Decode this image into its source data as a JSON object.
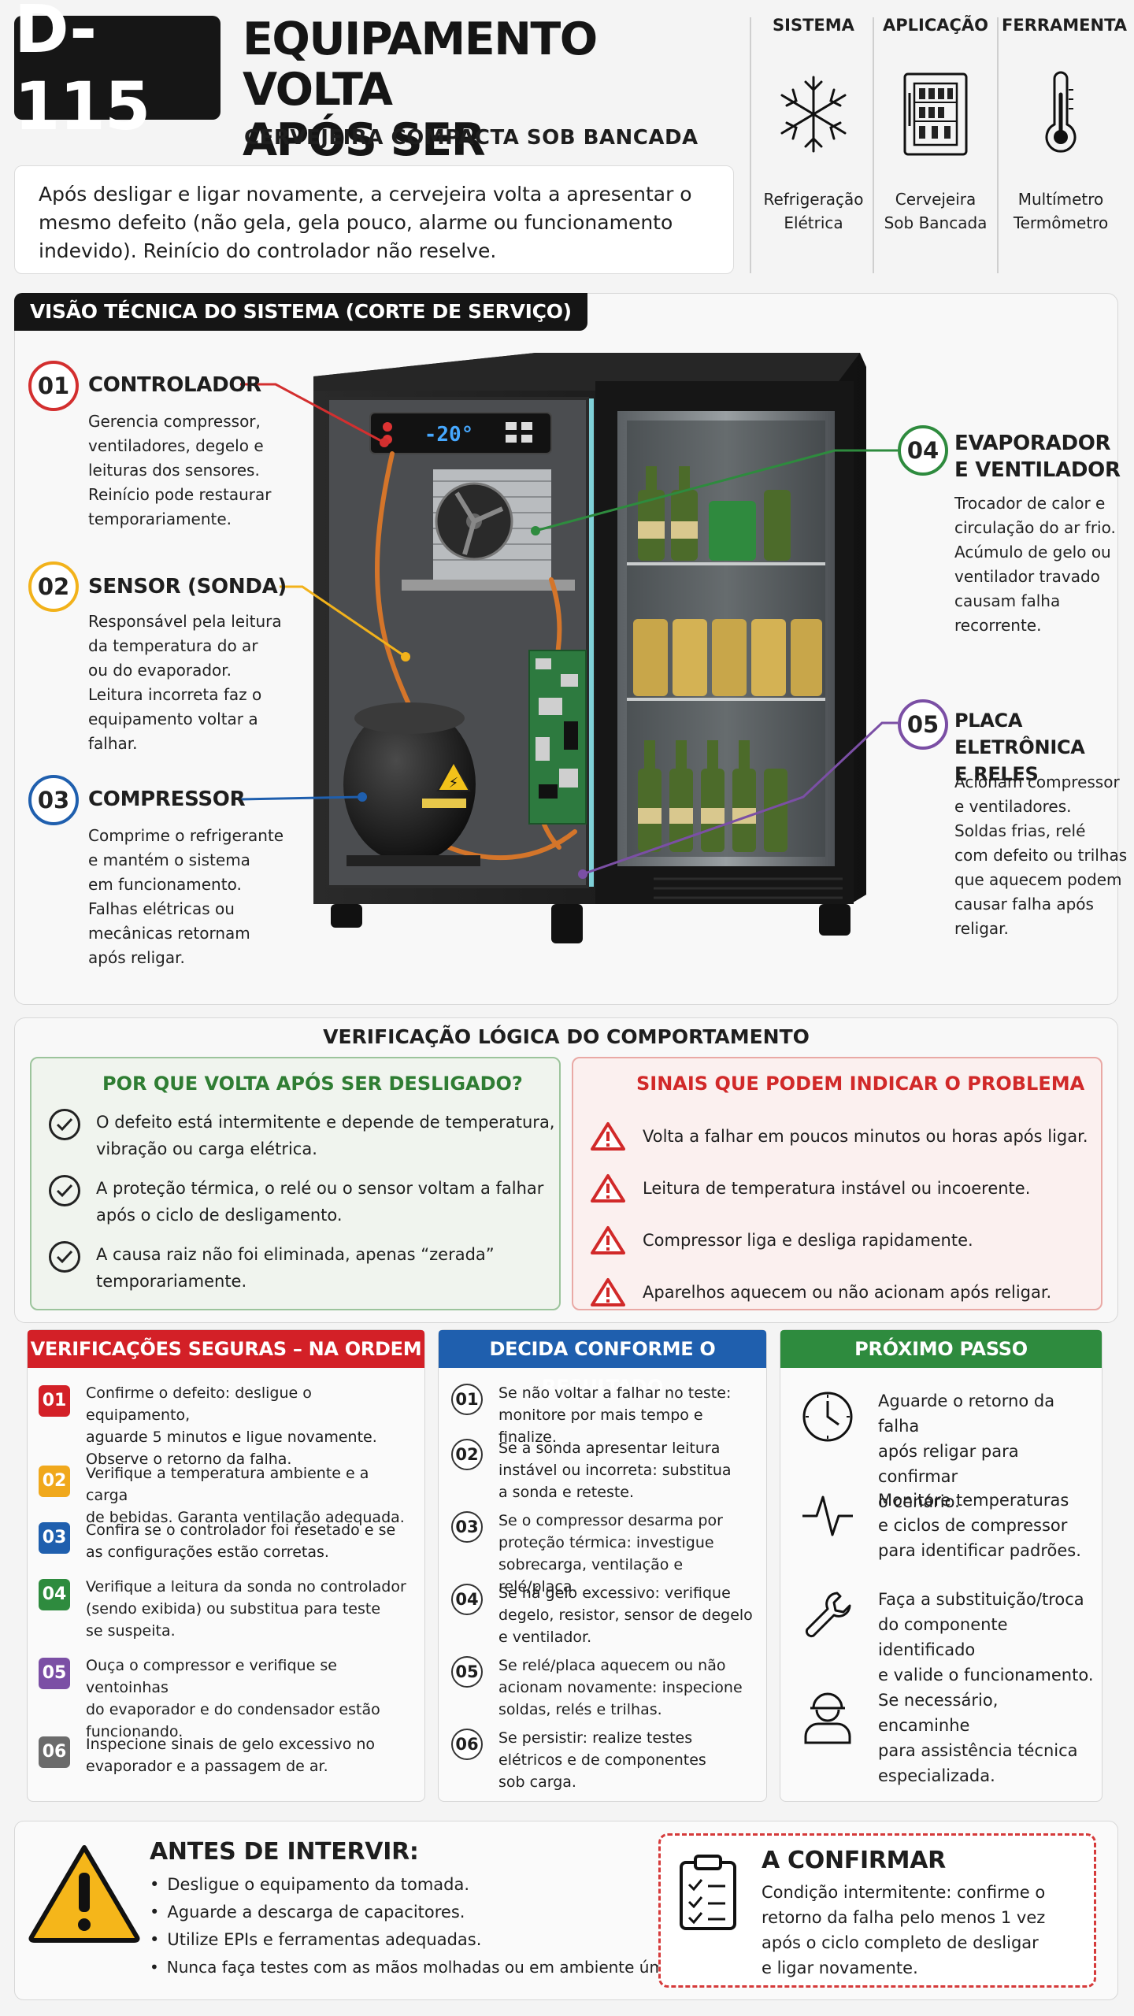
{
  "header": {
    "code": "D-115",
    "title_line1": "EQUIPAMENTO VOLTA",
    "title_line2": "APÓS SER DESLIGADO",
    "subtitle": "CERVEJEIRA COMPACTA SOB BANCADA",
    "description": "Após desligar e ligar novamente, a cervejeira volta a apresentar o mesmo defeito (não gela, gela pouco, alarme ou funcionamento indevido). Reinício do controlador não reselve."
  },
  "categories": [
    {
      "label": "SISTEMA",
      "icon": "snowflake-icon",
      "line1": "Refrigeração",
      "line2": "Elétrica"
    },
    {
      "label": "APLICAÇÃO",
      "icon": "fridge-icon",
      "line1": "Cervejeira",
      "line2": "Sob Bancada"
    },
    {
      "label": "FERRAMENTA",
      "icon": "thermometer-icon",
      "line1": "Multímetro",
      "line2": "Termômetro"
    }
  ],
  "tech_view": {
    "title": "VISÃO TÉCNICA DO SISTEMA (CORTE DE SERVIÇO)",
    "display_value": "-20°",
    "components": [
      {
        "num": "01",
        "title": "CONTROLADOR",
        "color": "#d32f2f",
        "lines": [
          "Gerencia compressor,",
          "ventiladores, degelo e",
          "leituras dos sensores.",
          "Reinício pode restaurar",
          "temporariamente."
        ]
      },
      {
        "num": "02",
        "title": "SENSOR (SONDA)",
        "color": "#f2b21b",
        "lines": [
          "Responsável pela leitura",
          "da temperatura do ar",
          "ou do evaporador.",
          "Leitura incorreta faz o",
          "equipamento voltar a",
          "falhar."
        ]
      },
      {
        "num": "03",
        "title": "COMPRESSOR",
        "color": "#1f5fae",
        "lines": [
          "Comprime o refrigerante",
          "e mantém o sistema",
          "em funcionamento.",
          "Falhas elétricas ou",
          "mecânicas retornam",
          "após religar."
        ]
      },
      {
        "num": "04",
        "title_line1": "EVAPORADOR",
        "title_line2": "E VENTILADOR",
        "color": "#2e8b3e",
        "lines": [
          "Trocador de calor e",
          "circulação do ar frio.",
          "Acúmulo de gelo ou",
          "ventilador travado",
          "causam falha",
          "recorrente."
        ]
      },
      {
        "num": "05",
        "title_line1": "PLACA ELETRÔNICA",
        "title_line2": "E RELES",
        "color": "#7b4fa5",
        "lines": [
          "Acionam compressor",
          "e ventiladores.",
          "Soldas frias, relé",
          "com defeito ou trilhas",
          "que aquecem podem",
          "causar falha após",
          "religar."
        ]
      }
    ]
  },
  "logic": {
    "title": "VERIFICAÇÃO LÓGICA DO COMPORTAMENTO",
    "why_title": "POR QUE VOLTA APÓS SER DESLIGADO?",
    "why_items": [
      [
        "O defeito está intermitente e depende de temperatura,",
        "vibração ou carga elétrica."
      ],
      [
        "A proteção térmica, o relé ou o sensor voltam a falhar",
        "após o ciclo de desligamento."
      ],
      [
        "A causa raiz não foi eliminada, apenas “zerada”",
        "temporariamente."
      ]
    ],
    "signs_title": "SINAIS QUE PODEM INDICAR O PROBLEMA",
    "signs_items": [
      "Volta a falhar em poucos minutos ou horas após ligar.",
      "Leitura de temperatura instável ou incoerente.",
      "Compressor liga e desliga rapidamente.",
      "Aparelhos aquecem ou não acionam após religar."
    ]
  },
  "checks": {
    "title": "VERIFICAÇÕES SEGURAS – NA ORDEM",
    "color": "#d32027",
    "items": [
      {
        "num": "01",
        "color": "#d32027",
        "lines": [
          "Confirme o defeito: desligue o equipamento,",
          "aguarde 5 minutos e ligue novamente.",
          "Observe o retorno da falha."
        ]
      },
      {
        "num": "02",
        "color": "#f0a81c",
        "lines": [
          "Verifique a temperatura ambiente e a carga",
          "de bebidas. Garanta ventilação adequada."
        ]
      },
      {
        "num": "03",
        "color": "#1f5fae",
        "lines": [
          "Confira se o controlador foi resetado e se",
          "as configurações estão corretas."
        ]
      },
      {
        "num": "04",
        "color": "#2e8b3e",
        "lines": [
          "Verifique a leitura da sonda no controlador",
          "(sendo exibida) ou substitua para teste",
          "se suspeita."
        ]
      },
      {
        "num": "05",
        "color": "#7b4fa5",
        "lines": [
          "Ouça o compressor e verifique se ventoinhas",
          "do evaporador e do condensador estão",
          "funcionando."
        ]
      },
      {
        "num": "06",
        "color": "#6b6b6b",
        "lines": [
          "Inspecione sinais de gelo excessivo no",
          "evaporador e a passagem de ar."
        ]
      }
    ]
  },
  "decide": {
    "title": "DECIDA CONFORME O RESULTADO",
    "color": "#1f5fae",
    "items": [
      {
        "num": "01",
        "lines": [
          "Se não voltar a falhar no teste:",
          "monitore por mais tempo e finalize."
        ]
      },
      {
        "num": "02",
        "lines": [
          "Se a sonda apresentar leitura",
          "instável ou incorreta: substitua",
          "a sonda e reteste."
        ]
      },
      {
        "num": "03",
        "lines": [
          "Se o compressor desarma por",
          "proteção térmica: investigue",
          "sobrecarga, ventilação e relé/placa."
        ]
      },
      {
        "num": "04",
        "lines": [
          "Se há gelo excessivo: verifique",
          "degelo, resistor, sensor de degelo",
          "e ventilador."
        ]
      },
      {
        "num": "05",
        "lines": [
          "Se relé/placa aquecem ou não",
          "acionam novamente: inspecione",
          "soldas, relés e trilhas."
        ]
      },
      {
        "num": "06",
        "lines": [
          "Se persistir: realize testes",
          "elétricos e de componentes",
          "sob carga."
        ]
      }
    ]
  },
  "next": {
    "title": "PRÓXIMO PASSO",
    "color": "#2e8b3e",
    "items": [
      {
        "icon": "clock-icon",
        "lines": [
          "Aguarde o retorno da falha",
          "após religar para confirmar",
          "o cenário."
        ]
      },
      {
        "icon": "pulse-icon",
        "lines": [
          "Monitore temperaturas",
          "e ciclos de compressor",
          "para identificar padrões."
        ]
      },
      {
        "icon": "wrench-icon",
        "lines": [
          "Faça a substituição/troca",
          "do componente identificado",
          "e valide o funcionamento."
        ]
      },
      {
        "icon": "technician-icon",
        "lines": [
          "Se necessário, encaminhe",
          "para assistência técnica",
          "especializada."
        ]
      }
    ]
  },
  "before": {
    "title": "ANTES DE INTERVIR:",
    "items": [
      "Desligue o equipamento da tomada.",
      "Aguarde a descarga de capacitores.",
      "Utilize EPIs e ferramentas adequadas.",
      "Nunca faça testes com as mãos molhadas ou em ambiente úmido."
    ]
  },
  "confirm": {
    "title": "A CONFIRMAR",
    "lines": [
      "Condição intermitente: confirme o",
      "retorno da falha pelo menos 1 vez",
      "após o ciclo completo de desligar",
      "e ligar novamente."
    ]
  }
}
